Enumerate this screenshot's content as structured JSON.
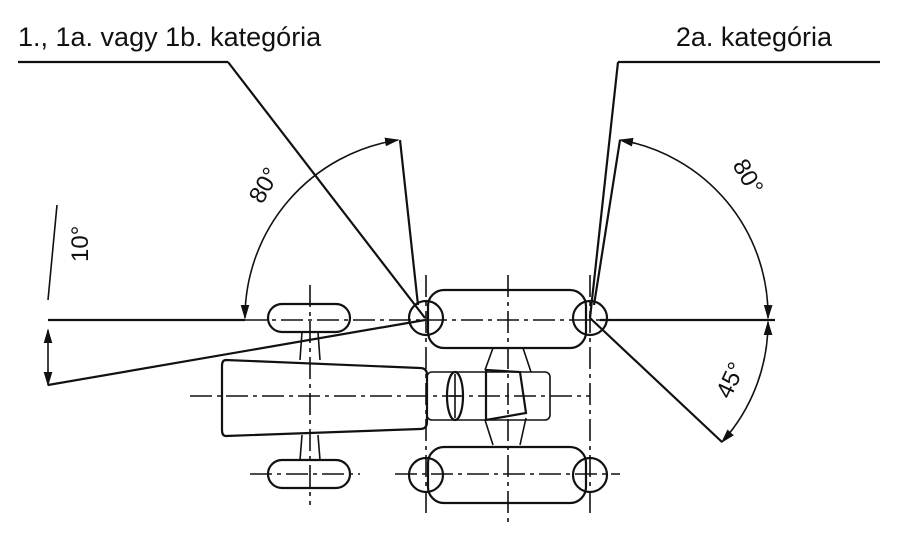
{
  "labels": {
    "left_category": "1., 1a. vagy 1b. kategória",
    "right_category": "2a. kategória"
  },
  "angles": {
    "left_vertical": "10°",
    "left_arc": "80°",
    "right_arc": "80°",
    "right_lower": "45°"
  }
}
